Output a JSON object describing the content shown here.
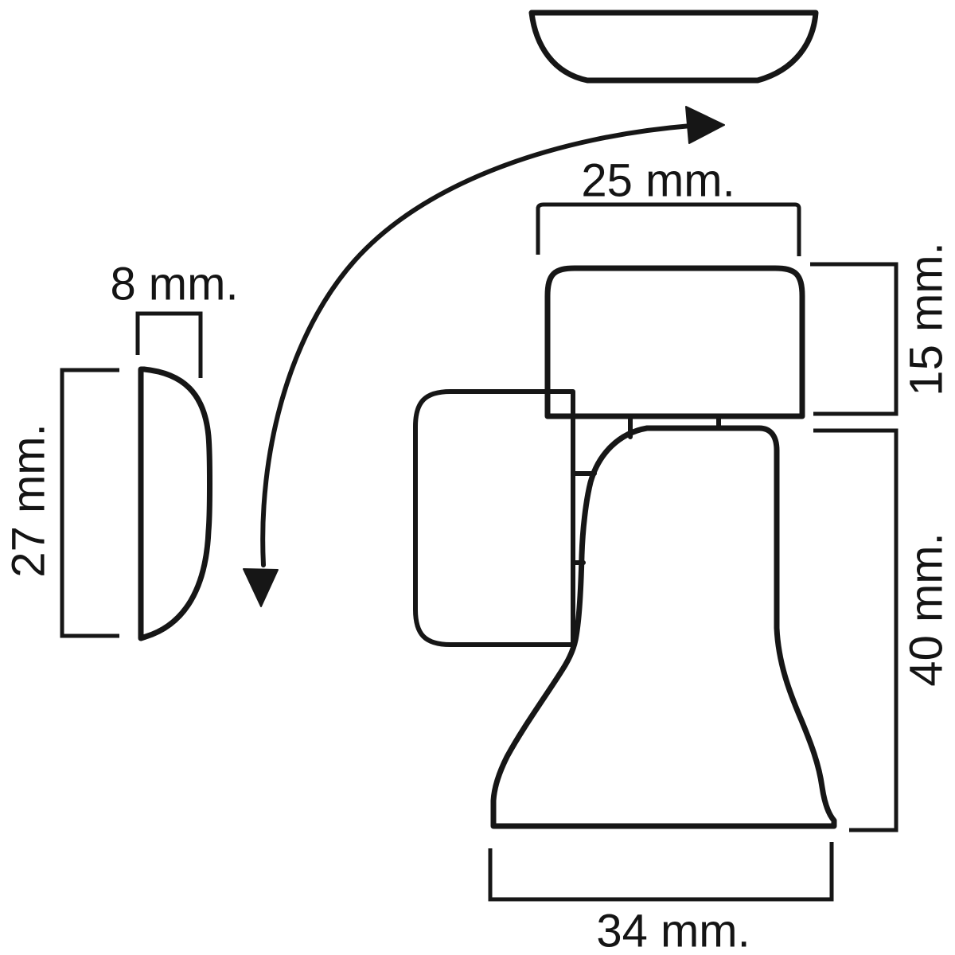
{
  "diagram": {
    "kind": "technical-dimension-drawing",
    "background_color": "#ffffff",
    "ink_color": "#161616",
    "dimensions": {
      "keeper_thickness": "8 mm.",
      "keeper_height": "27 mm.",
      "catch_width": "25 mm.",
      "catch_height": "15 mm.",
      "body_height": "40 mm.",
      "base_width": "34 mm."
    }
  }
}
